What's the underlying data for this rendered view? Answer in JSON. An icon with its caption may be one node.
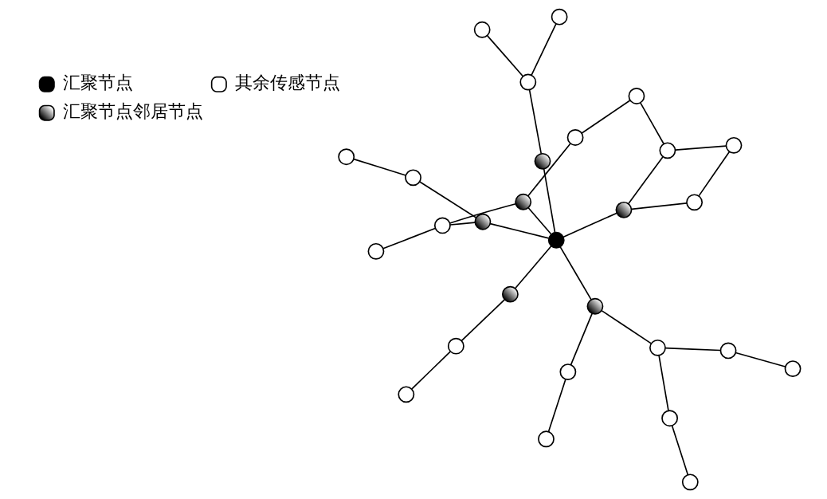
{
  "diagram": {
    "nodes": [
      {
        "text": [],
        "shape": "circle"
      },
      {
        "text": [],
        "shape": "circle"
      },
      {
        "text": [],
        "shape": "circle"
      },
      {
        "text": [],
        "shape": "circle"
      },
      {
        "text": [],
        "shape": "circle"
      },
      {
        "text": [],
        "shape": "circle"
      },
      {
        "text": [],
        "shape": "circle"
      },
      {
        "text": [],
        "shape": "circle"
      },
      {
        "text": [],
        "shape": "circle"
      },
      {
        "text": [],
        "shape": "circle"
      },
      {
        "text": [],
        "shape": "hatched"
      },
      {
        "text": [],
        "shape": "circle"
      },
      {
        "text": [],
        "shape": "hatched"
      },
      {
        "text": [],
        "shape": "hatched"
      },
      {
        "text": [],
        "shape": "circle"
      },
      {
        "text": [],
        "shape": "dot"
      },
      {
        "text": [],
        "shape": "circle"
      },
      {
        "text": [],
        "shape": "hatched"
      },
      {
        "text": [],
        "shape": "circle"
      },
      {
        "text": [],
        "shape": "hatched"
      },
      {
        "text": [],
        "shape": "circle"
      },
      {
        "text": [],
        "shape": "circle"
      },
      {
        "text": [],
        "shape": "hatched"
      },
      {
        "text": [],
        "shape": "circle"
      },
      {
        "text": [],
        "shape": "circle"
      },
      {
        "text": [],
        "shape": "circle"
      },
      {
        "text": [],
        "shape": "circle"
      },
      {
        "text": [],
        "shape": "circle"
      }
    ],
    "edges": [
      {
        "from": 15,
        "to": 10,
        "arrow": "none"
      },
      {
        "from": 15,
        "to": 12,
        "arrow": "none"
      },
      {
        "from": 15,
        "to": 13,
        "arrow": "none"
      },
      {
        "from": 15,
        "to": 17,
        "arrow": "none"
      },
      {
        "from": 15,
        "to": 19,
        "arrow": "none"
      },
      {
        "from": 15,
        "to": 22,
        "arrow": "none"
      },
      {
        "from": 10,
        "to": 5,
        "arrow": "none"
      },
      {
        "from": 5,
        "to": 4,
        "arrow": "none"
      },
      {
        "from": 12,
        "to": 6,
        "arrow": "none"
      },
      {
        "from": 6,
        "to": 2,
        "arrow": "none"
      },
      {
        "from": 2,
        "to": 1,
        "arrow": "none"
      },
      {
        "from": 6,
        "to": 3,
        "arrow": "none"
      },
      {
        "from": 3,
        "to": 0,
        "arrow": "none"
      },
      {
        "from": 12,
        "to": 8,
        "arrow": "none"
      },
      {
        "from": 8,
        "to": 7,
        "arrow": "none"
      },
      {
        "from": 13,
        "to": 9,
        "arrow": "none"
      },
      {
        "from": 13,
        "to": 14,
        "arrow": "none"
      },
      {
        "from": 14,
        "to": 11,
        "arrow": "none"
      },
      {
        "from": 11,
        "to": 9,
        "arrow": "none"
      },
      {
        "from": 14,
        "to": 18,
        "arrow": "none"
      },
      {
        "from": 18,
        "to": 20,
        "arrow": "none"
      },
      {
        "from": 20,
        "to": 19,
        "arrow": "none"
      },
      {
        "from": 17,
        "to": 16,
        "arrow": "none"
      },
      {
        "from": 16,
        "to": 23,
        "arrow": "none"
      },
      {
        "from": 16,
        "to": 21,
        "arrow": "none"
      },
      {
        "from": 19,
        "to": 24,
        "arrow": "none"
      },
      {
        "from": 24,
        "to": 26,
        "arrow": "none"
      },
      {
        "from": 22,
        "to": 24,
        "arrow": "none"
      },
      {
        "from": 22,
        "to": 25,
        "arrow": "none"
      },
      {
        "from": 25,
        "to": 27,
        "arrow": "none"
      }
    ],
    "legend": [
      {
        "text": "汇聚节点"
      },
      {
        "text": "其余传感节点"
      },
      {
        "text": "汇聚节点邻居节点"
      }
    ]
  }
}
